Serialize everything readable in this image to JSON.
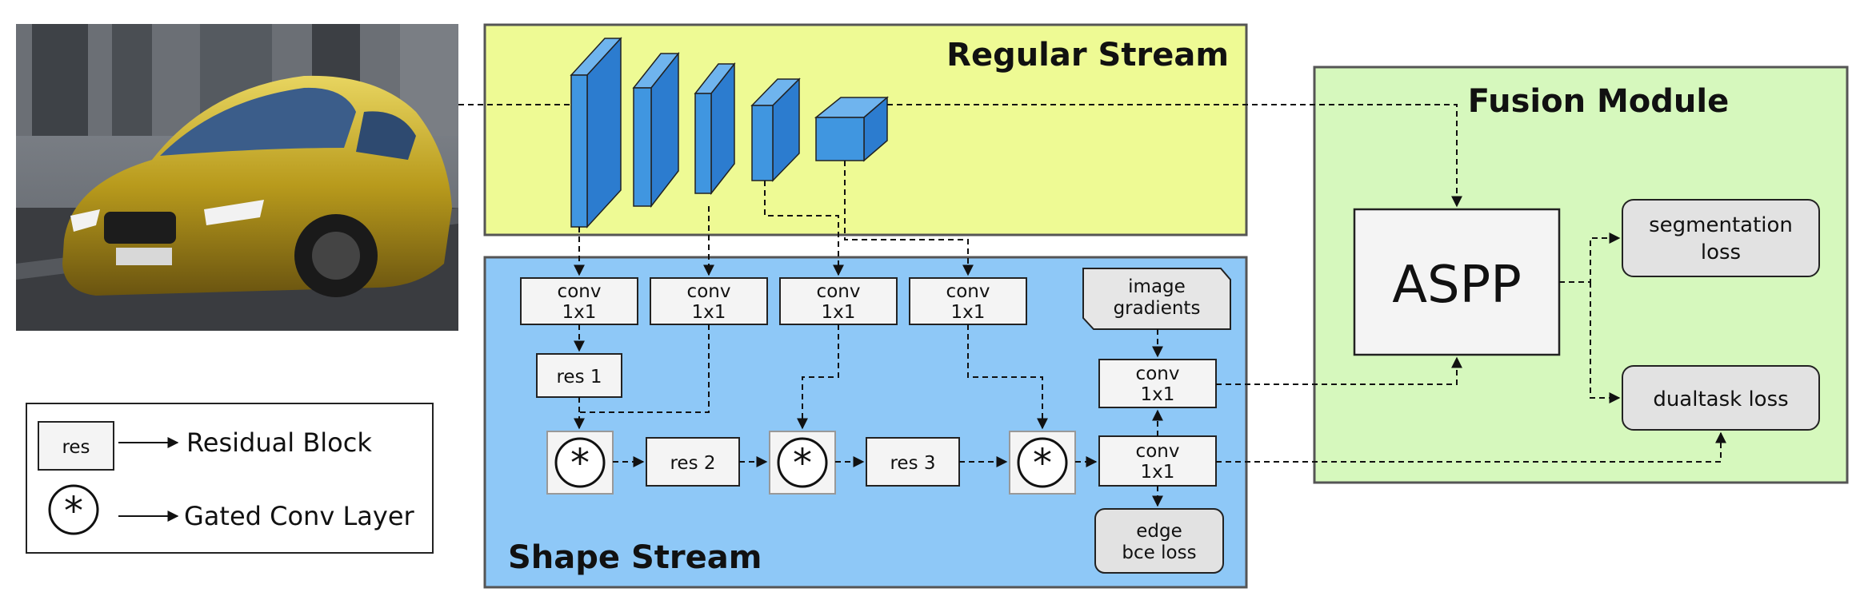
{
  "regular_stream": {
    "title": "Regular Stream"
  },
  "shape_stream": {
    "title": "Shape Stream",
    "conv_blocks": [
      {
        "line1": "conv",
        "line2": "1x1"
      },
      {
        "line1": "conv",
        "line2": "1x1"
      },
      {
        "line1": "conv",
        "line2": "1x1"
      },
      {
        "line1": "conv",
        "line2": "1x1"
      }
    ],
    "res_blocks": [
      "res 1",
      "res 2",
      "res 3"
    ],
    "image_gradients": {
      "line1": "image",
      "line2": "gradients"
    },
    "conv_upper": {
      "line1": "conv",
      "line2": "1x1"
    },
    "conv_lower": {
      "line1": "conv",
      "line2": "1x1"
    },
    "edge_loss": {
      "line1": "edge",
      "line2": "bce loss"
    }
  },
  "fusion_module": {
    "title": "Fusion Module",
    "aspp": "ASPP",
    "segmentation_loss": {
      "line1": "segmentation",
      "line2": "loss"
    },
    "dualtask_loss": "dualtask loss"
  },
  "legend": {
    "res_label": "res",
    "residual_block": "Residual Block",
    "gated_conv_layer": "Gated Conv Layer"
  },
  "colors": {
    "regular_stream_bg": "#eefa94",
    "shape_stream_bg": "#8ec8f7",
    "fusion_module_bg": "#d6f8bd",
    "cnn_block": "#4096e0",
    "box_fill": "#f4f4f4"
  }
}
